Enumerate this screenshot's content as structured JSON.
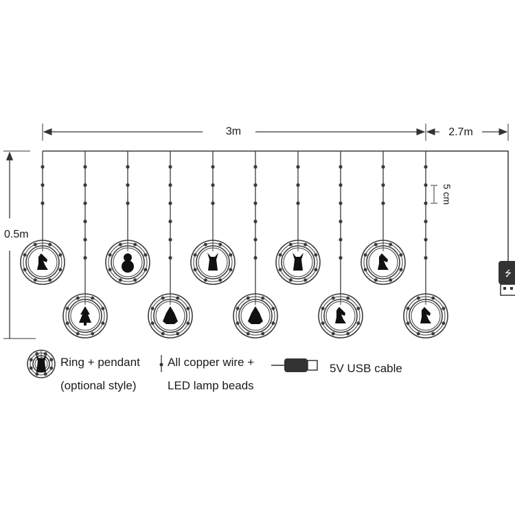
{
  "dimensions": {
    "width_label": "3m",
    "cable_label": "2.7m",
    "height_label": "0.5m",
    "spacing_label": "5 cm"
  },
  "pendants": [
    "horse",
    "tree",
    "snowman",
    "santa",
    "reindeer",
    "santa",
    "reindeer",
    "horse",
    "horse",
    "horse"
  ],
  "legend": {
    "ring_line1": "Ring + pendant",
    "ring_line2": "(optional style)",
    "wire_line1": "All copper wire +",
    "wire_line2": "LED lamp beads",
    "usb_label": "5V USB cable"
  },
  "colors": {
    "line": "#3a3a3a",
    "text": "#1a1a1a"
  }
}
